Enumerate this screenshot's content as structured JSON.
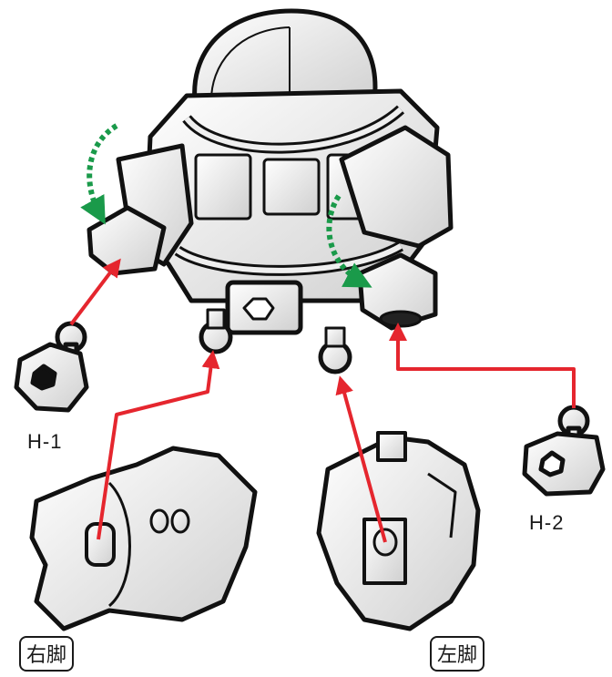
{
  "labels": {
    "hand_left": "H-1",
    "hand_right": "H-2",
    "leg_right": "右脚",
    "leg_left": "左脚"
  },
  "colors": {
    "assembly_arrow": "#e5262e",
    "rotation_arrow": "#1a9a4a",
    "part_fill": "#f2f2f2",
    "outline": "#111111"
  },
  "icons": {
    "body": "robot-torso-icon",
    "hand_left": "hand-h1-icon",
    "hand_right": "hand-h2-icon",
    "leg_right": "right-leg-icon",
    "leg_left": "left-leg-icon"
  }
}
